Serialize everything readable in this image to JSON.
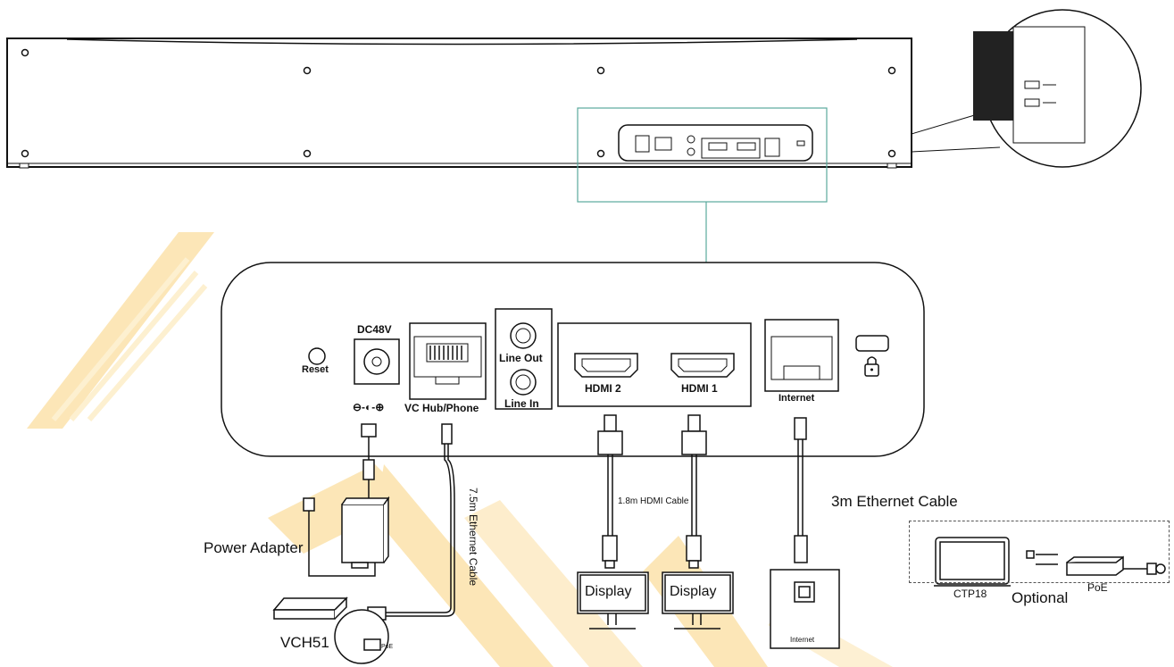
{
  "labels": {
    "reset": "Reset",
    "dc48v": "DC48V",
    "polarity": "⊖-◐-⊕",
    "vc_hub_phone": "VC Hub/Phone",
    "line_out": "Line Out",
    "line_in": "Line In",
    "hdmi2": "HDMI 2",
    "hdmi1": "HDMI 1",
    "internet": "Internet",
    "power_adapter": "Power Adapter",
    "vch51": "VCH51",
    "poe_small": "PoE",
    "ethernet_75": "7.5m Ethernet Cable",
    "hdmi_cable": "1.8m HDMI Cable",
    "display1": "Display",
    "display2": "Display",
    "internet_jack": "Internet",
    "eth_3m": "3m Ethernet Cable",
    "ctp18": "CTP18",
    "poe": "PoE",
    "optional": "Optional"
  },
  "colors": {
    "accent_line": "#5aa99c",
    "watermark": "#f7c96a",
    "outline": "#111111"
  },
  "icons": {
    "lock": "lock-icon",
    "ethernet": "ethernet-port-icon",
    "hdmi": "hdmi-port-icon",
    "audio": "audio-jack-icon"
  }
}
